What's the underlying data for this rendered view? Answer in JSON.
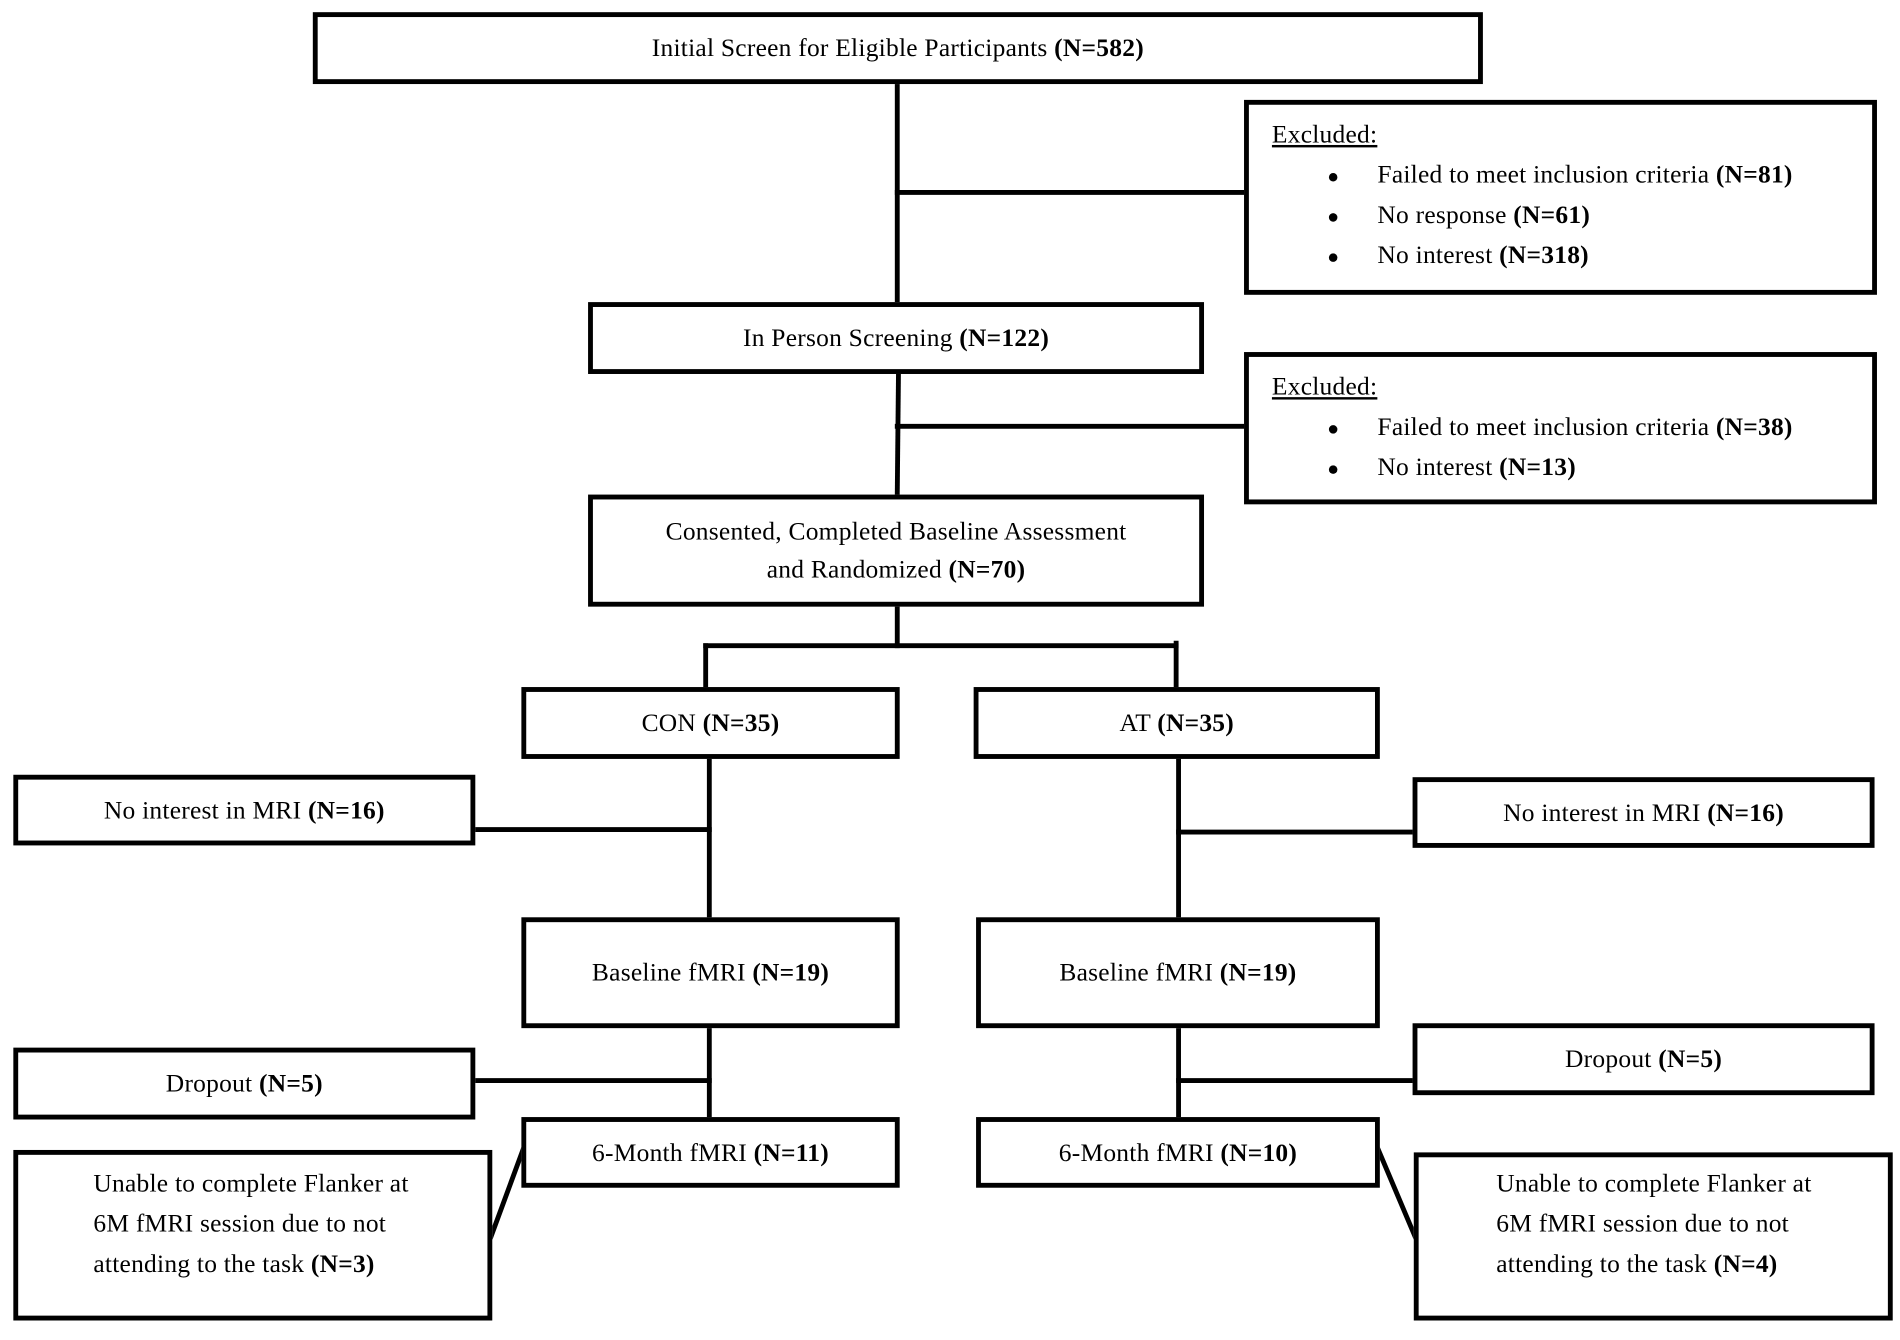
{
  "flowchart": {
    "initial_screen": {
      "label": "Initial Screen for Eligible Participants",
      "count": "(N=582)"
    },
    "excluded_1": {
      "heading": "Excluded:",
      "items": [
        {
          "label": "Failed to meet inclusion criteria",
          "count": "(N=81)"
        },
        {
          "label": "No response",
          "count": "(N=61)"
        },
        {
          "label": "No interest",
          "count": "(N=318)"
        }
      ]
    },
    "in_person_screening": {
      "label": "In Person Screening",
      "count": "(N=122)"
    },
    "excluded_2": {
      "heading": "Excluded:",
      "items": [
        {
          "label": "Failed to meet inclusion criteria",
          "count": "(N=38)"
        },
        {
          "label": "No interest",
          "count": "(N=13)"
        }
      ]
    },
    "randomized": {
      "line1": "Consented, Completed Baseline Assessment",
      "line2": "and Randomized",
      "count": "(N=70)"
    },
    "con": {
      "group": {
        "label": "CON",
        "count": "(N=35)"
      },
      "no_interest_mri": {
        "label": "No interest in MRI",
        "count": "(N=16)"
      },
      "baseline_fmri": {
        "label": "Baseline fMRI",
        "count": "(N=19)"
      },
      "dropout": {
        "label": "Dropout",
        "count": "(N=5)"
      },
      "six_month_fmri": {
        "label": "6-Month fMRI",
        "count": "(N=11)"
      },
      "unable_flanker": {
        "lines": [
          "Unable to complete Flanker at",
          "6M fMRI session due to not",
          "attending to the task"
        ],
        "count": "(N=3)"
      }
    },
    "at": {
      "group": {
        "label": "AT",
        "count": "(N=35)"
      },
      "no_interest_mri": {
        "label": "No interest in MRI",
        "count": "(N=16)"
      },
      "baseline_fmri": {
        "label": "Baseline fMRI",
        "count": "(N=19)"
      },
      "dropout": {
        "label": "Dropout",
        "count": "(N=5)"
      },
      "six_month_fmri": {
        "label": "6-Month fMRI",
        "count": "(N=10)"
      },
      "unable_flanker": {
        "lines": [
          "Unable to complete Flanker at",
          "6M fMRI session due to not",
          "attending to the task"
        ],
        "count": "(N=4)"
      }
    }
  },
  "colors": {
    "line": "#000000",
    "background": "#ffffff",
    "text": "#000000"
  }
}
